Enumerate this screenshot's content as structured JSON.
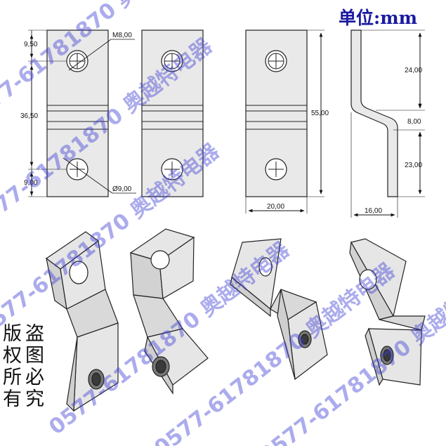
{
  "unit_label": "单位:mm",
  "dimensions": {
    "view1": {
      "top": "9,50",
      "middle": "36,50",
      "bottom": "9,00",
      "thread": "M8,00",
      "hole": "Ø9,00"
    },
    "view3": {
      "height": "55,00",
      "width": "20,00"
    },
    "view4": {
      "top": "24,00",
      "offset": "8,00",
      "bottom": "23,00",
      "depth": "16,00"
    }
  },
  "copyright_chars": [
    "版",
    "盗",
    "权",
    "图",
    "所",
    "必",
    "有",
    "究"
  ],
  "watermark": "0577-61781870 奥越特电器",
  "colors": {
    "part_fill": "#e9e9e9",
    "line": "#222222",
    "watermark": "#3a3ad6",
    "unit": "#1a1aa0"
  }
}
